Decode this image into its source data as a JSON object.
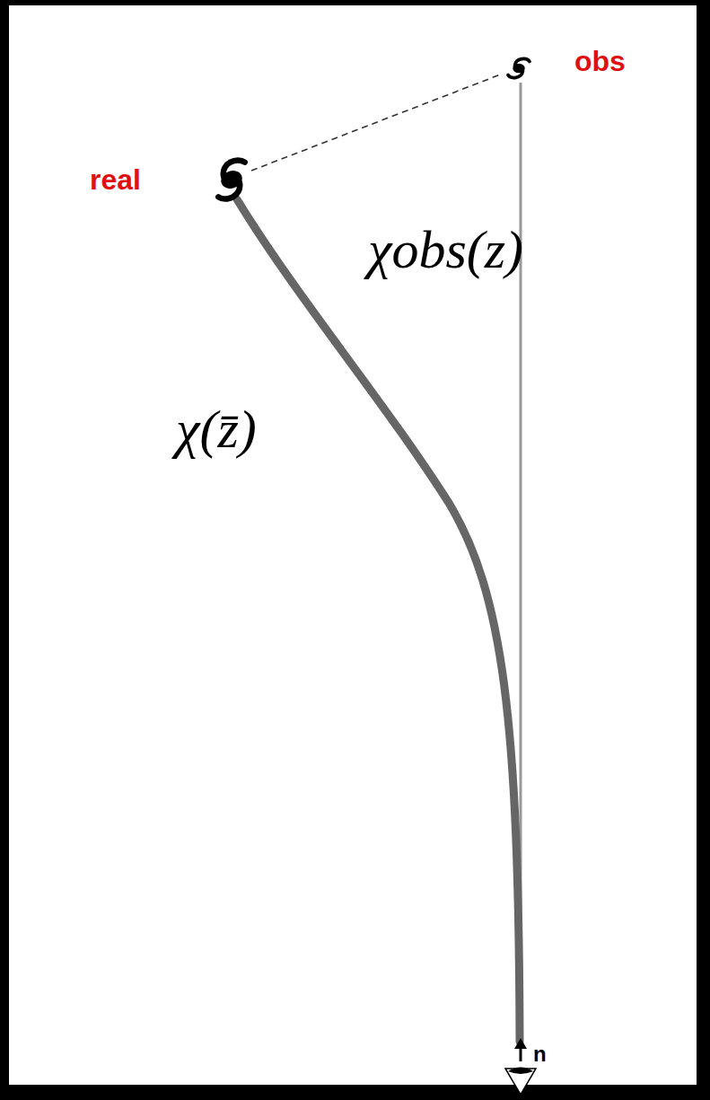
{
  "diagram": {
    "labels": [
      "obs",
      "real",
      "χobs(z)",
      "χ(z̄)",
      "n"
    ]
  }
}
